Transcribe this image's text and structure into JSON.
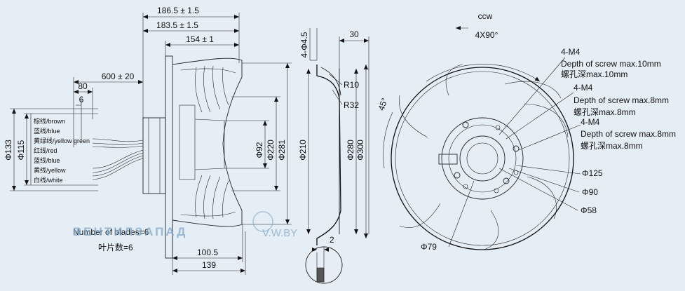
{
  "side_view": {
    "dims_top": [
      "186.5 ± 1.5",
      "183.5 ± 1.5",
      "154 ± 1"
    ],
    "cable_dims": [
      "600 ± 20",
      "80",
      "6"
    ],
    "left_dims": [
      "Φ133",
      "Φ115"
    ],
    "vertical_dims": [
      "Φ92",
      "Φ220",
      "Φ281"
    ],
    "bottom_dims": [
      "100.5",
      "139"
    ],
    "wire_labels": [
      "棕线/brown",
      "蓝线/blue",
      "黄绿线/yellow green",
      "红线/red",
      "蓝线/blue",
      "黄线/yellow",
      "白线/white"
    ],
    "blades_en": "Number of blades=6",
    "blades_cn": "叶片数=6"
  },
  "section_view": {
    "top_dims": [
      "4-Φ4.5",
      "30"
    ],
    "radii": [
      "R10",
      "R32"
    ],
    "vertical_dims": [
      "Φ210",
      "Φ280",
      "Φ300"
    ],
    "detail_dim": "2"
  },
  "front_view": {
    "rotation": "ccw",
    "angle_top": "4X90°",
    "angle_side": "45°",
    "screw_notes": [
      {
        "thread": "4-M4",
        "en": "Depth of screw max.10mm",
        "cn": "螺孔深max.10mm"
      },
      {
        "thread": "4-M4",
        "en": "Depth of screw max.8mm",
        "cn": "螺孔深max.8mm"
      },
      {
        "thread": "4-M4",
        "en": "Depth of screw max.8mm",
        "cn": "螺孔深max.8mm"
      }
    ],
    "diameters": [
      "Φ125",
      "Φ90",
      "Φ58",
      "Φ79"
    ]
  },
  "watermark": {
    "brand": "ВЕНТИЛЗАПАД",
    "domain": "V.W.BY"
  }
}
